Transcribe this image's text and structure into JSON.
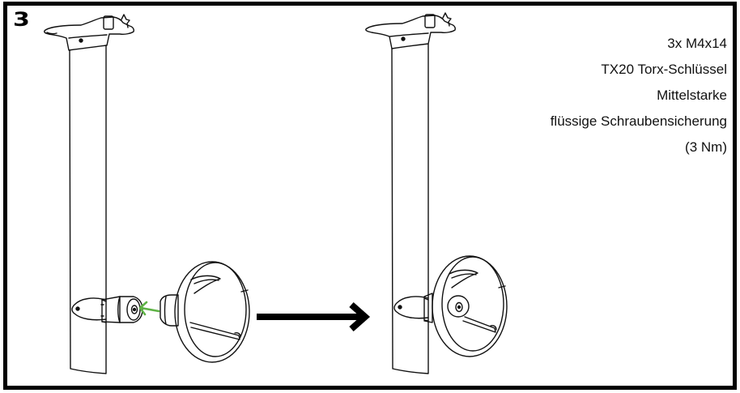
{
  "step": {
    "number": "3"
  },
  "parts": {
    "lines": [
      "3x M4x14",
      "TX20 Torx-Schlüssel",
      "Mittelstarke",
      "flüssige Schraubensicherung",
      "(3 Nm)"
    ]
  },
  "colors": {
    "line": "#111111",
    "arrow_green": "#5fb346",
    "arrow_black": "#000000"
  },
  "illustrations": {
    "before": "mast-with-fuselage-and-propeller-guard-detached",
    "after": "mast-with-propeller-guard-attached",
    "transition_arrow": "right-arrow"
  }
}
